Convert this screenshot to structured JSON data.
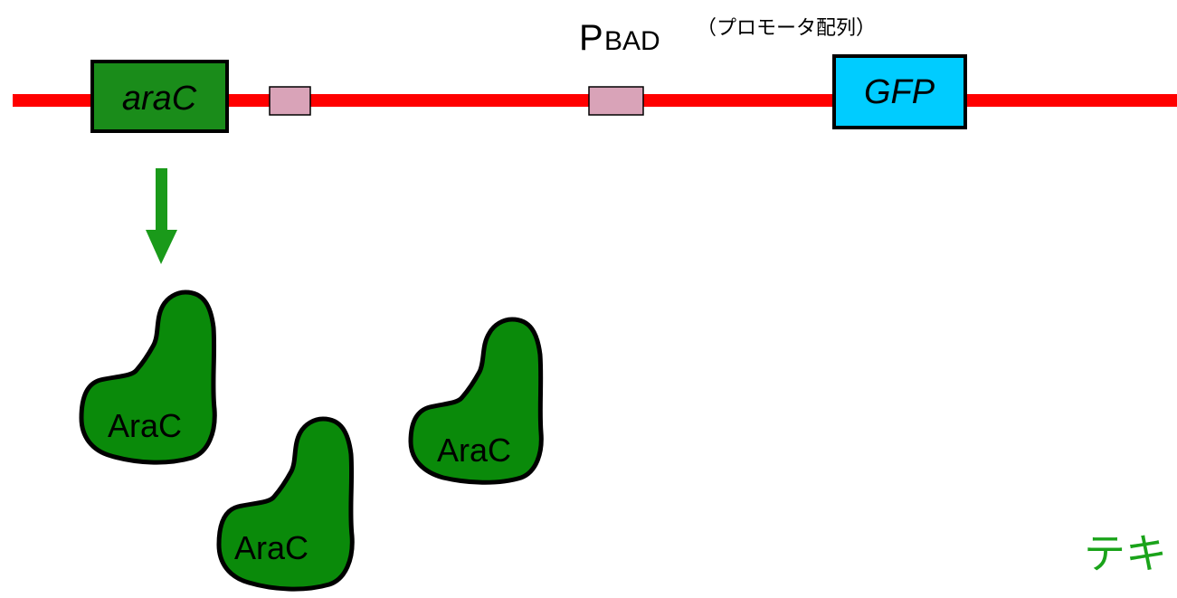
{
  "diagram": {
    "promoter": {
      "main_letter": "P",
      "subscript": "BAD",
      "note": "（プロモータ配列）"
    },
    "genes": {
      "arac_label": "araC",
      "gfp_label": "GFP"
    },
    "proteins": [
      {
        "label": "AraC"
      },
      {
        "label": "AraC"
      },
      {
        "label": "AraC"
      }
    ],
    "corner_text": "テキ",
    "colors": {
      "dna_strand": "#ff0000",
      "arac_box": "#1a8c1a",
      "gfp_box": "#00ccff",
      "binding_site": "#d9a3b8",
      "arrow": "#1a9a1a",
      "protein_fill": "#0a8a0a",
      "corner_text": "#1aa31a"
    }
  }
}
